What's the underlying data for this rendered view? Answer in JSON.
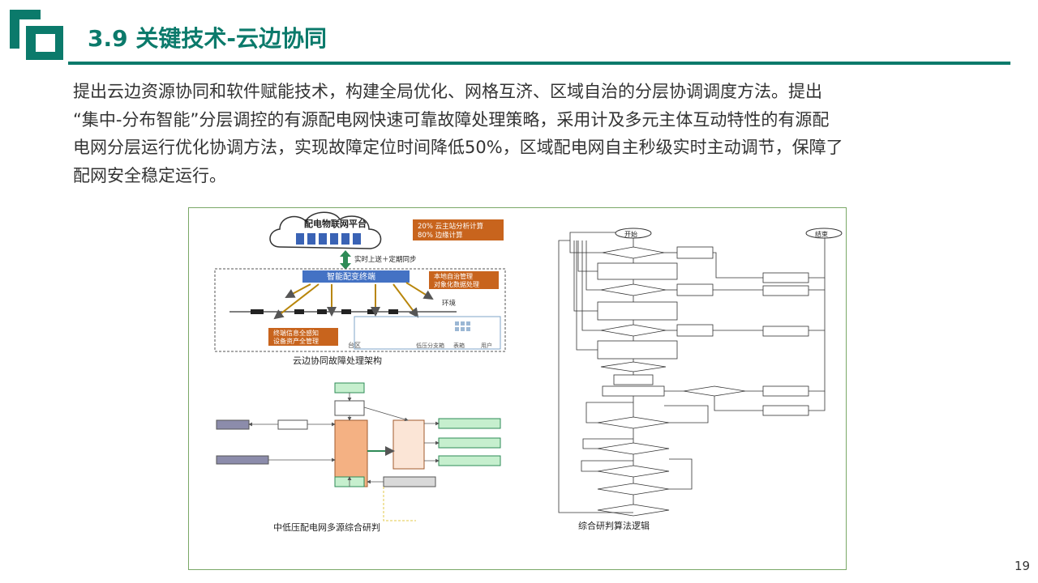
{
  "header": {
    "title": "3.9 关键技术-云边协同"
  },
  "body": {
    "paragraph_lines": [
      "提出云边资源协同和软件赋能技术，构建全局优化、网格互济、区域自治的分层协调调度方法。提出",
      "“集中-分布智能”分层调控的有源配电网快速可靠故障处理策略，采用计及多元主体互动特性的有源配",
      "电网分层运行优化协调方法，实现故障定位时间降低50%，区域配电网自主秒级实时主动调节，保障了",
      "配网安全稳定运行。"
    ]
  },
  "figure": {
    "arch": {
      "cloud_label": "配电物联网平台",
      "cloud_badge": [
        "20% 云主站分析计算",
        "80% 边缘计算"
      ],
      "upload_label": "实时上送＋定期同步",
      "terminal_label": "智能配变终端",
      "local_badge": [
        "本地自治管理",
        "对象化数据处理"
      ],
      "env_label": "环境",
      "sense_badge": [
        "终端信息全感知",
        "设备资产全管理"
      ],
      "area_labels": [
        "台区",
        "低压分支箱",
        "表箱",
        "用户"
      ],
      "caption": "云边协同故障处理架构"
    },
    "multi": {
      "caption": "中低压配电网多源综合研判"
    },
    "logic": {
      "start_label": "开始",
      "end_label": "结束",
      "caption": "综合研判算法逻辑"
    }
  },
  "page": {
    "number": "19"
  },
  "colors": {
    "accent": "#0b7a6b",
    "orange": "#c8641d",
    "blue": "#4472c4",
    "green": "#2e8b57"
  }
}
